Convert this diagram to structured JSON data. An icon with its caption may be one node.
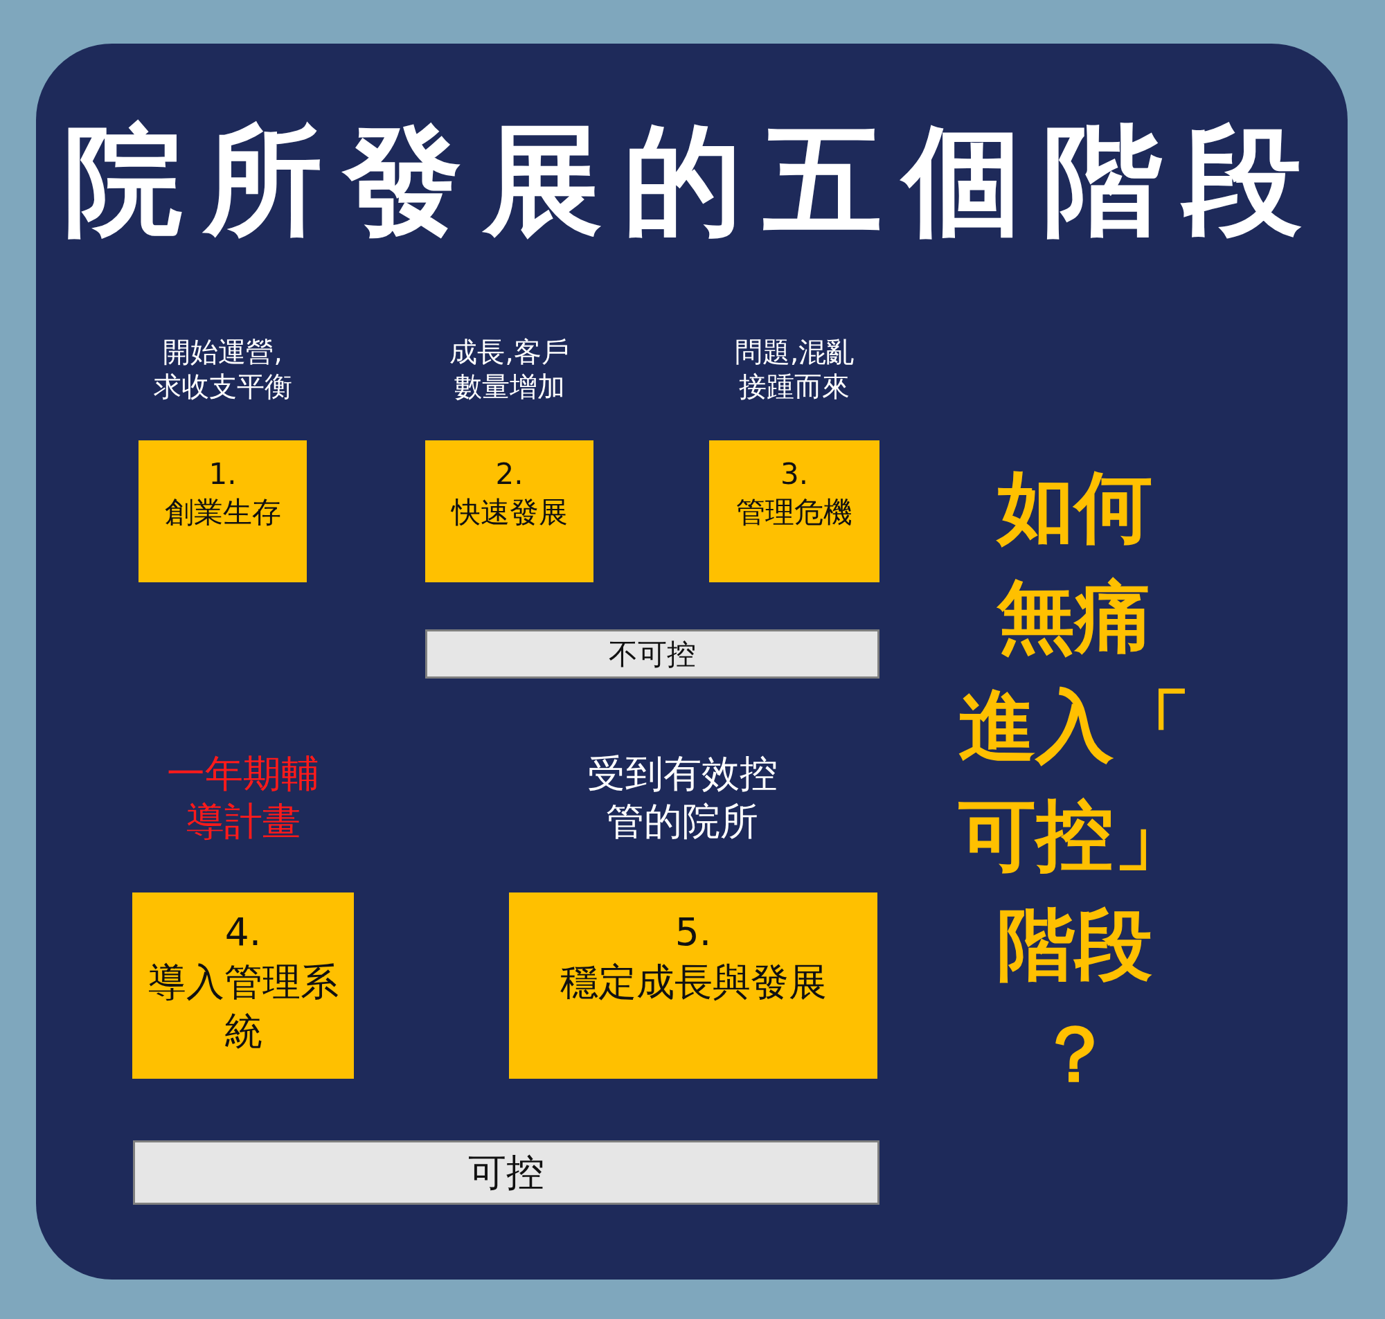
{
  "diagram": {
    "title": "院所發展的五個階段",
    "nodes": [
      {
        "text": [
          "1.",
          "創業生存"
        ],
        "beside": [
          "開始運營,求收支平衡"
        ]
      },
      {
        "text": [
          "2.",
          "快速發展"
        ],
        "beside": [
          "成長,客戶數量增加"
        ]
      },
      {
        "text": [
          "3.",
          "管理危機"
        ],
        "beside": [
          "問題,混亂接踵而來"
        ]
      },
      {
        "text": [
          "不可控"
        ]
      },
      {
        "text": [
          "4.",
          "導入管理系統"
        ],
        "beside": [
          "一年期輔導計畫"
        ]
      },
      {
        "text": [
          "5.",
          "穩定成長與發展"
        ],
        "beside": [
          "受到有效控管的院所"
        ]
      },
      {
        "text": [
          "可控"
        ]
      }
    ],
    "labels": [
      "如何無痛進入「可控」階段？"
    ]
  }
}
